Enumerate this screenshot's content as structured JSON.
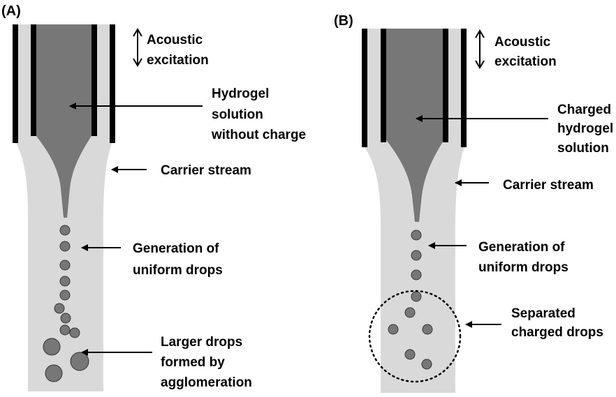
{
  "colors": {
    "carrier_fluid": "#d9d9d9",
    "hydrogel": "#777777",
    "drop": "#777777",
    "nozzle_wall": "#000000",
    "text": "#000000"
  },
  "panel_a": {
    "panel_label": "(A)",
    "labels": {
      "acoustic_1": "Acoustic",
      "acoustic_2": "excitation",
      "hydrogel_1": "Hydrogel",
      "hydrogel_2": "solution",
      "hydrogel_3": "without charge",
      "carrier": "Carrier stream",
      "generation_1": "Generation of",
      "generation_2": "uniform drops",
      "larger_1": "Larger drops",
      "larger_2": "formed by",
      "larger_3": "agglomeration"
    }
  },
  "panel_b": {
    "panel_label": "(B)",
    "labels": {
      "acoustic_1": "Acoustic",
      "acoustic_2": "excitation",
      "charged_1": "Charged",
      "charged_2": "hydrogel",
      "charged_3": "solution",
      "carrier": "Carrier stream",
      "generation_1": "Generation of",
      "generation_2": "uniform drops",
      "separated_1": "Separated",
      "separated_2": "charged drops"
    }
  }
}
